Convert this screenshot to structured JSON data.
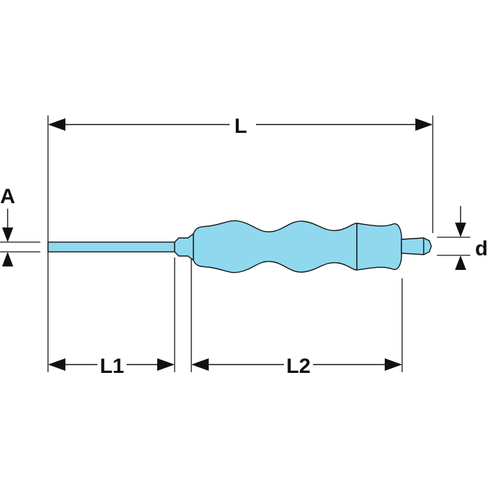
{
  "labels": {
    "total_length": "L",
    "blade_length": "L1",
    "handle_length": "L2",
    "tip_size": "A",
    "diameter": "d"
  },
  "colors": {
    "tool_fill": "#8fd8ee",
    "line": "#111111",
    "background": "#ffffff"
  }
}
